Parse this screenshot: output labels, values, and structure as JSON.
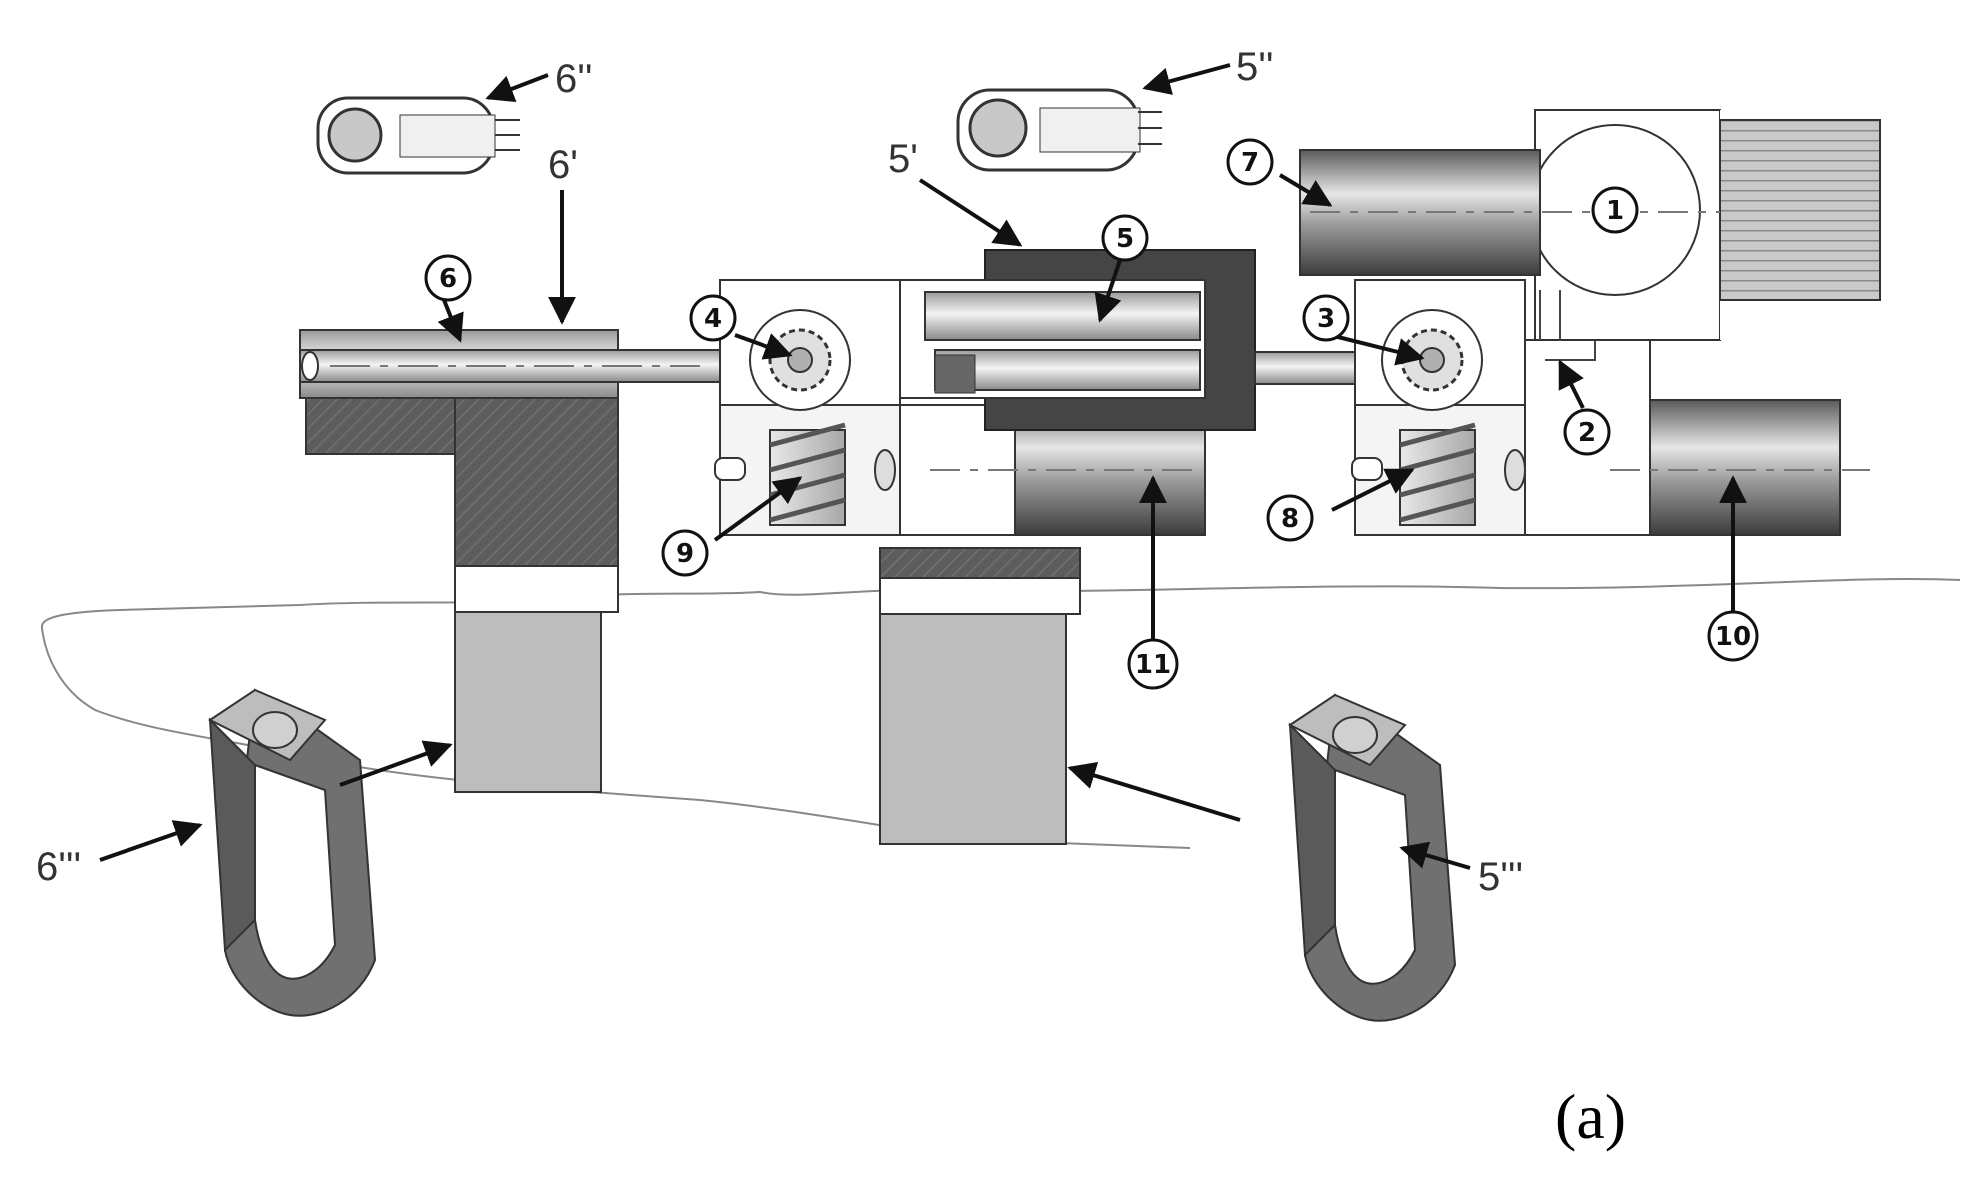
{
  "figure": {
    "panel_label": "(a)",
    "callouts": {
      "c1": "1",
      "c2": "2",
      "c3": "3",
      "c4": "4",
      "c5": "5",
      "c6": "6",
      "c7": "7",
      "c8": "8",
      "c9": "9",
      "c10": "10",
      "c11": "11"
    },
    "labels": {
      "l5p": "5'",
      "l5pp": "5''",
      "l5ppp": "5'''",
      "l6p": "6'",
      "l6pp": "6''",
      "l6ppp": "6'''"
    }
  },
  "colors": {
    "outline": "#333333",
    "dark_block": "#555555",
    "medium_block": "#8c8c8c",
    "light_block": "#bdbdbd",
    "background": "#ffffff"
  }
}
